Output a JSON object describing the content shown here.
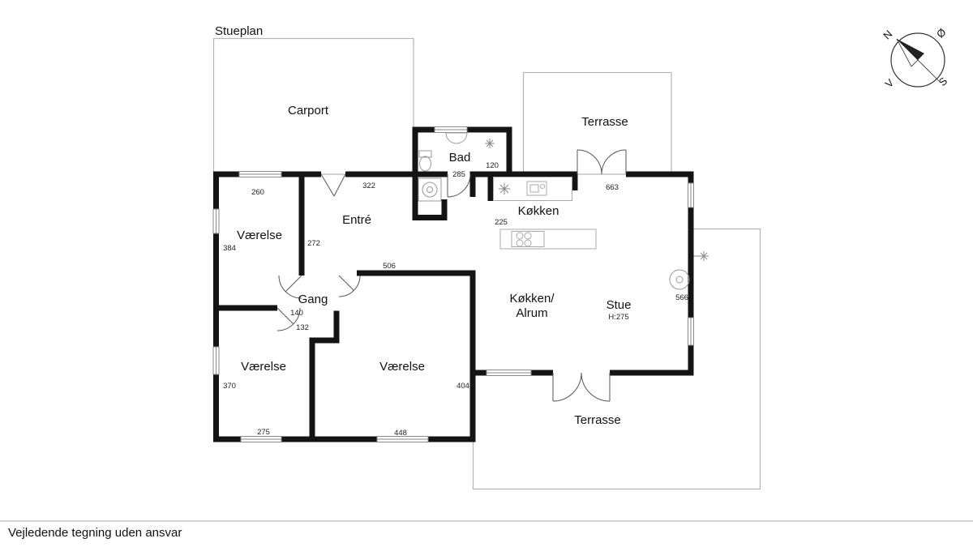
{
  "page": {
    "title": "Stueplan",
    "footer": "Vejledende tegning uden ansvar"
  },
  "compass": {
    "north": "N",
    "east": "Ø",
    "south": "S",
    "west": "V"
  },
  "rooms": {
    "carport": "Carport",
    "terrasse_top": "Terrasse",
    "terrasse_bottom": "Terrasse",
    "bad": "Bad",
    "entre": "Entré",
    "koekken": "Køkken",
    "gang": "Gang",
    "vaerelse_top_left": "Værelse",
    "vaerelse_bottom_left": "Værelse",
    "vaerelse_bottom_center": "Værelse",
    "koekken_alrum_line1": "Køkken/",
    "koekken_alrum_line2": "Alrum",
    "stue": "Stue",
    "stue_ceiling_height": "H:275"
  },
  "measurements": {
    "m260": "260",
    "m384": "384",
    "m272": "272",
    "m322": "322",
    "m285": "285",
    "m120": "120",
    "m225": "225",
    "m663": "663",
    "m506": "506",
    "m140": "140",
    "m132": "132",
    "m566": "566",
    "m370": "370",
    "m404": "404",
    "m275": "275",
    "m448": "448"
  }
}
